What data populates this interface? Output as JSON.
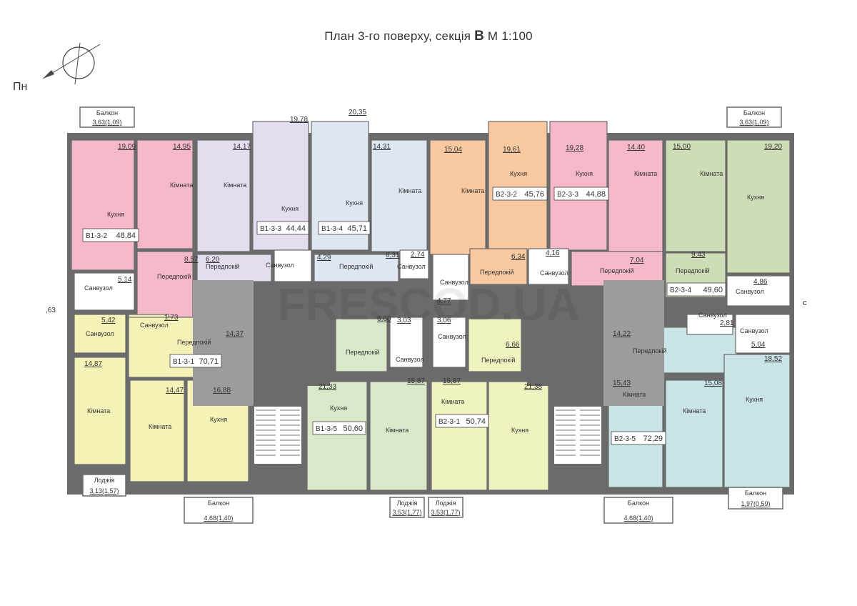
{
  "title": {
    "prefix": "План 3-го поверху, секція ",
    "section": "В",
    "scale": " М 1:100"
  },
  "compass_label": "Пн",
  "side_labels": {
    "left": ",63",
    "right": "с"
  },
  "watermark": "FRESCOD.UA",
  "rooms": [
    {
      "id": "r1",
      "fill": "#f5b8c8",
      "area": "19,09",
      "name": "Кухня"
    },
    {
      "id": "r2",
      "fill": "#f5b8c8",
      "area": "14,95",
      "name": "Кімната"
    },
    {
      "id": "r3",
      "fill": "#f5b8c8",
      "area": "8,57",
      "name": "Передпокій"
    },
    {
      "id": "r4",
      "fill": "#ffffff",
      "area": "5,14",
      "name": "Санвузол"
    },
    {
      "id": "r5",
      "fill": "#e4dcef",
      "area": "14,17",
      "name": "Кімната"
    },
    {
      "id": "r6",
      "fill": "#e4dcef",
      "area": "19,78",
      "name": "Кухня"
    },
    {
      "id": "r7",
      "fill": "#e4dcef",
      "area": "6,20",
      "name": "Передпокій"
    },
    {
      "id": "r8",
      "fill": "#ffffff",
      "area": "4,29",
      "name": "Санвузол"
    },
    {
      "id": "r9",
      "fill": "#dfe6f3",
      "area": "20,35",
      "name": "Кухня"
    },
    {
      "id": "r10",
      "fill": "#dfe6f3",
      "area": "14,31",
      "name": "Кімната"
    },
    {
      "id": "r11",
      "fill": "#dfe6f3",
      "area": "6,31",
      "name": "Передпокій"
    },
    {
      "id": "r12",
      "fill": "#ffffff",
      "area": "2,74",
      "name": "Санвузол"
    },
    {
      "id": "r13",
      "fill": "#f8c8a0",
      "area": "15,04",
      "name": "Кімната"
    },
    {
      "id": "r14",
      "fill": "#f8c8a0",
      "area": "19,61",
      "name": "Кухня"
    },
    {
      "id": "r15",
      "fill": "#f8c8a0",
      "area": "6,34",
      "name": "Передпокій"
    },
    {
      "id": "r16",
      "fill": "#ffffff",
      "area": "4,77",
      "name": "Санвузол"
    },
    {
      "id": "r17",
      "fill": "#f5b8c8",
      "area": "19,28",
      "name": "Кухня"
    },
    {
      "id": "r18",
      "fill": "#f5b8c8",
      "area": "14,40",
      "name": "Кімната"
    },
    {
      "id": "r19",
      "fill": "#f5b8c8",
      "area": "7,04",
      "name": "Передпокій"
    },
    {
      "id": "r20",
      "fill": "#ffffff",
      "area": "4,16",
      "name": "Санвузол"
    },
    {
      "id": "r21",
      "fill": "#cfdcb8",
      "area": "15,00",
      "name": "Кімната"
    },
    {
      "id": "r22",
      "fill": "#cfdcb8",
      "area": "19,20",
      "name": "Кухня"
    },
    {
      "id": "r23",
      "fill": "#cfdcb8",
      "area": "9,43",
      "name": "Передпокій"
    },
    {
      "id": "r24",
      "fill": "#ffffff",
      "area": "4,86",
      "name": "Санвузол"
    },
    {
      "id": "r25",
      "fill": "#f5f2b8",
      "area": "5,42",
      "name": "Санвузол"
    },
    {
      "id": "r26",
      "fill": "#f5f2b8",
      "area": "1,73",
      "name": "Санвузол"
    },
    {
      "id": "r27",
      "fill": "#f5f2b8",
      "area": "14,37",
      "name": "Передпокій"
    },
    {
      "id": "r28",
      "fill": "#f5f2b8",
      "area": "14,87",
      "name": "Кімната"
    },
    {
      "id": "r29",
      "fill": "#f5f2b8",
      "area": "14,47",
      "name": "Кімната"
    },
    {
      "id": "r30",
      "fill": "#f5f2b8",
      "area": "16,88",
      "name": "Кухня"
    },
    {
      "id": "r31",
      "fill": "#d8e8c8",
      "area": "6,60",
      "name": "Передпокій"
    },
    {
      "id": "r32",
      "fill": "#ffffff",
      "area": "3,03",
      "name": "Санвузол"
    },
    {
      "id": "r33",
      "fill": "#d8e8c8",
      "area": "21,33",
      "name": "Кухня"
    },
    {
      "id": "r34",
      "fill": "#d8e8c8",
      "area": "15,87",
      "name": "Кімната"
    },
    {
      "id": "r35",
      "fill": "#ffffff",
      "area": "3,06",
      "name": "Санвузол"
    },
    {
      "id": "r36",
      "fill": "#f0f2c0",
      "area": "6,66",
      "name": "Передпокій"
    },
    {
      "id": "r37",
      "fill": "#f0f2c0",
      "area": "15,87",
      "name": "Кімната"
    },
    {
      "id": "r38",
      "fill": "#f0f2c0",
      "area": "21,38",
      "name": "Кухня"
    },
    {
      "id": "r39",
      "fill": "#c8e4e4",
      "area": "14,22",
      "name": "Передпокій"
    },
    {
      "id": "r40",
      "fill": "#ffffff",
      "area": "2,81",
      "name": "Санвузол"
    },
    {
      "id": "r41",
      "fill": "#ffffff",
      "area": "5,04",
      "name": "Санвузол"
    },
    {
      "id": "r42",
      "fill": "#c8e4e4",
      "area": "15,43",
      "name": "Кімната"
    },
    {
      "id": "r43",
      "fill": "#c8e4e4",
      "area": "15,08",
      "name": "Кімната"
    },
    {
      "id": "r44",
      "fill": "#c8e4e4",
      "area": "18,52",
      "name": "Кухня"
    }
  ],
  "apartments": [
    {
      "id": "a1",
      "code": "В1-3-2",
      "area": "48,84"
    },
    {
      "id": "a2",
      "code": "В1-3-3",
      "area": "44,44"
    },
    {
      "id": "a3",
      "code": "В1-3-4",
      "area": "45,71"
    },
    {
      "id": "a4",
      "code": "В2-3-2",
      "area": "45,76"
    },
    {
      "id": "a5",
      "code": "В2-3-3",
      "area": "44,88"
    },
    {
      "id": "a6",
      "code": "В2-3-4",
      "area": "49,60"
    },
    {
      "id": "a7",
      "code": "В1-3-1",
      "area": "70,71"
    },
    {
      "id": "a8",
      "code": "В1-3-5",
      "area": "50,60"
    },
    {
      "id": "a9",
      "code": "В2-3-1",
      "area": "50,74"
    },
    {
      "id": "a10",
      "code": "В2-3-5",
      "area": "72,29"
    }
  ],
  "balconies": [
    {
      "id": "b1",
      "name": "Балкон",
      "area": "3,63(1,09)"
    },
    {
      "id": "b2",
      "name": "Балкон",
      "area": "3,63(1,09)"
    },
    {
      "id": "b3",
      "name": "Лоджія",
      "area": "3,13(1,57)"
    },
    {
      "id": "b4",
      "name": "Балкон",
      "area": "4,68(1,40)"
    },
    {
      "id": "b5",
      "name": "Лоджія",
      "area": "3,53(1,77)"
    },
    {
      "id": "b6",
      "name": "Лоджія",
      "area": "3,53(1,77)"
    },
    {
      "id": "b7",
      "name": "Балкон",
      "area": "4,68(1,40)"
    },
    {
      "id": "b8",
      "name": "Балкон",
      "area": "1,97(0,59)"
    }
  ],
  "colors": {
    "wall": "#6b6b6b",
    "core": "#9c9c9c",
    "pink": "#f5b8c8",
    "lavender": "#e4dcef",
    "blue": "#dfe6f3",
    "orange": "#f8c8a0",
    "green": "#cfdcb8",
    "yellow": "#f5f2b8",
    "lightgreen": "#d8e8c8",
    "cream": "#f0f2c0",
    "teal": "#c8e4e4"
  }
}
